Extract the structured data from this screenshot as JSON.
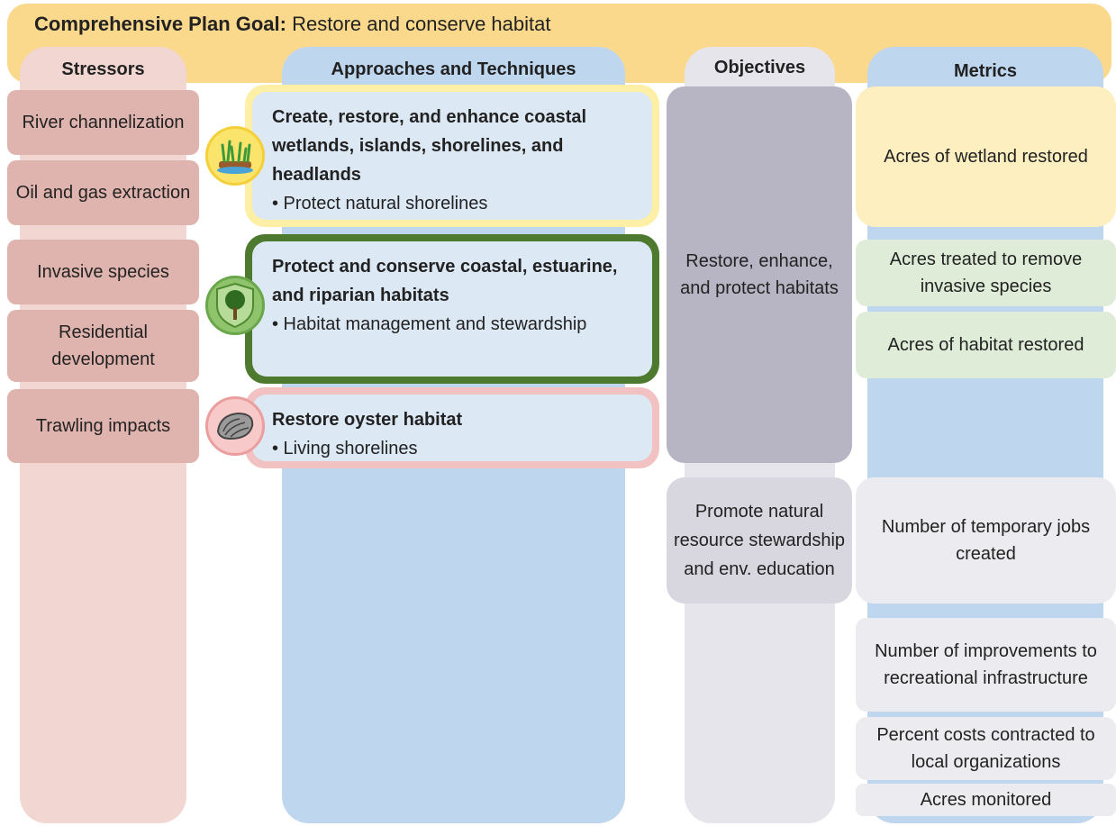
{
  "goal": {
    "label": "Comprehensive Plan Goal:",
    "text": "Restore and conserve habitat"
  },
  "columns": {
    "stressors": "Stressors",
    "approaches": "Approaches and Techniques",
    "objectives": "Objectives",
    "metrics": "Metrics"
  },
  "stressors": [
    "River channelization",
    "Oil and gas extraction",
    "Invasive species",
    "Residential development",
    "Trawling impacts"
  ],
  "approaches": [
    {
      "title": "Create, restore, and enhance coastal wetlands, islands, shorelines, and headlands",
      "bullet": "• Protect natural shorelines",
      "icon": "wetland-icon"
    },
    {
      "title": "Protect and conserve coastal, estuarine, and riparian habitats",
      "bullet": "• Habitat management and stewardship",
      "icon": "tree-shield-icon"
    },
    {
      "title": "Restore oyster habitat",
      "bullet": "• Living shorelines",
      "icon": "oyster-icon"
    }
  ],
  "objectives": [
    "Restore, enhance, and protect habitats",
    "Promote natural resource stewardship and env. education"
  ],
  "metrics": [
    "Acres of wetland restored",
    "Acres treated to remove invasive species",
    "Acres of habitat restored",
    "Number of temporary jobs created",
    "Number of improvements to recreational infrastructure",
    "Percent costs contracted to local organizations",
    "Acres monitored"
  ],
  "colors": {
    "goal": "#fbd98c",
    "stressor_column": "#f1d6d1",
    "stressor_box": "#e0b4ae",
    "approach_column": "#bed6ee",
    "approach_fill": "#dce8f4",
    "wetland_border": "#fdf0a6",
    "habitat_border": "#4e7a2f",
    "oyster_border": "#f2c1c1",
    "objective_column": "#e7e5ec",
    "objective_main": "#b7b4c3",
    "objective_secondary": "#d8d6df",
    "metric_yellow": "#fdefc0",
    "metric_green": "#dfecd8",
    "metric_grey": "#ececf0"
  }
}
